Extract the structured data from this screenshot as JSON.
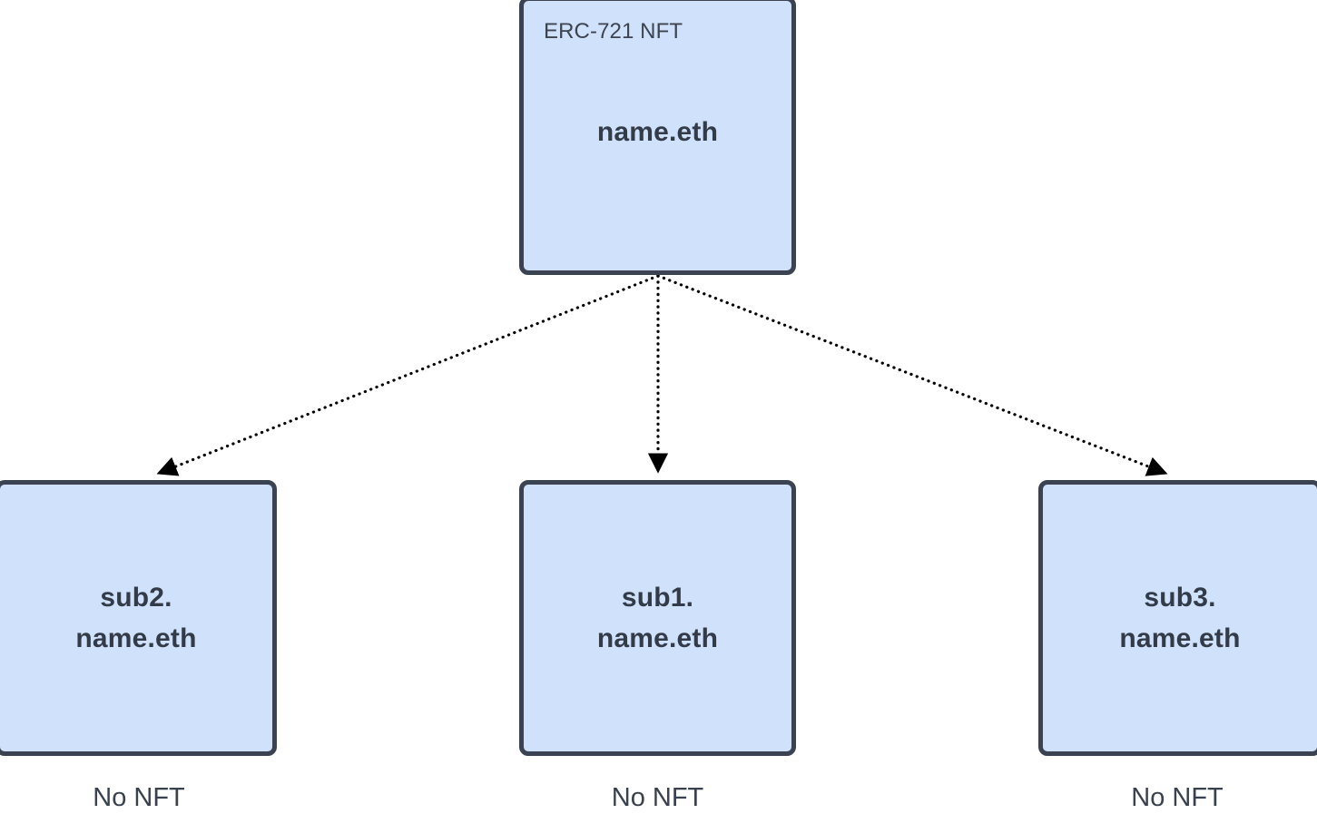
{
  "diagram": {
    "type": "ens-name-hierarchy",
    "background_color": "#ffffff",
    "node_fill": "#cfe1fb",
    "node_border": "#3b4252",
    "text_color": "#333b48",
    "edge_color": "#000000",
    "edge_style": "dotted",
    "root": {
      "id": "root",
      "badge": "ERC-721 NFT",
      "label": "name.eth"
    },
    "children": [
      {
        "id": "sub2",
        "label": "sub2.\nname.eth",
        "caption": "No NFT"
      },
      {
        "id": "sub1",
        "label": "sub1.\nname.eth",
        "caption": "No NFT"
      },
      {
        "id": "sub3",
        "label": "sub3.\nname.eth",
        "caption": "No NFT"
      }
    ]
  }
}
